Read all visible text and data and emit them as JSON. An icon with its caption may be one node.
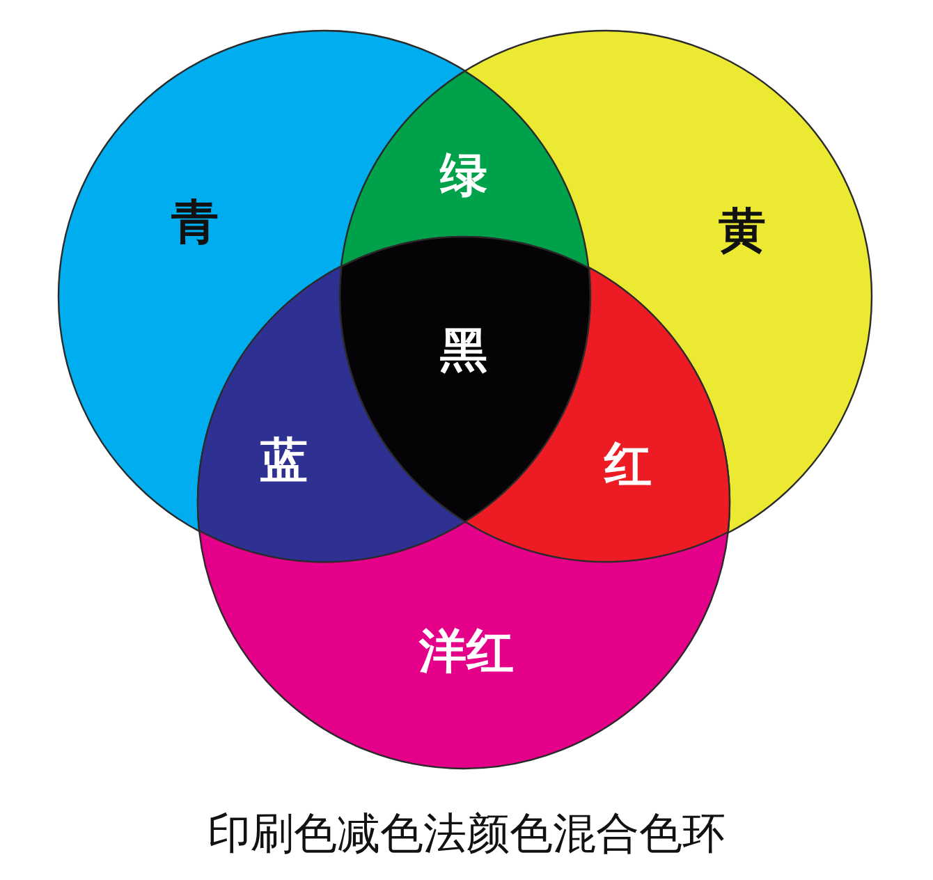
{
  "diagram": {
    "caption": "印刷色减色法颜色混合色环",
    "nodes": [
      {
        "text": [
          "青"
        ]
      },
      {
        "text": [
          "绿"
        ]
      },
      {
        "text": [
          "黄"
        ]
      },
      {
        "text": [
          "黑"
        ]
      },
      {
        "text": [
          "蓝"
        ]
      },
      {
        "text": [
          "红"
        ]
      },
      {
        "text": [
          "洋红"
        ]
      }
    ]
  }
}
